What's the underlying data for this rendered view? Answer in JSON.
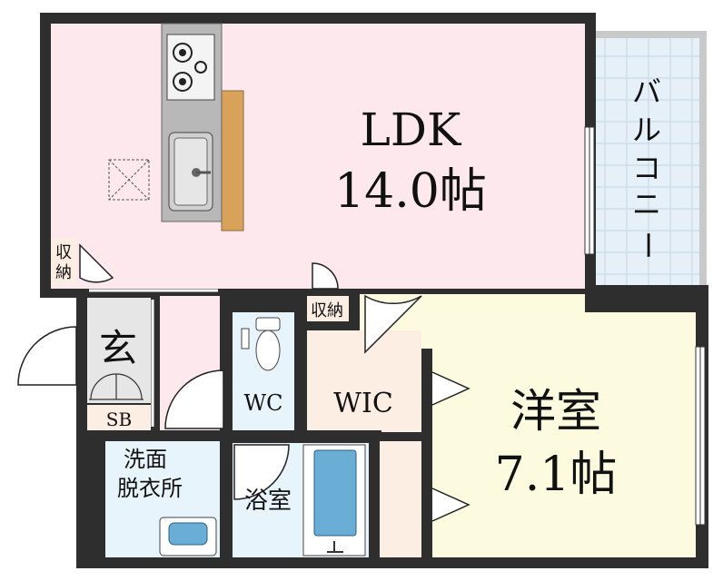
{
  "rooms": {
    "ldk": {
      "name": "LDK",
      "size": "14.0帖"
    },
    "western": {
      "name": "洋室",
      "size": "7.1帖"
    },
    "wic": {
      "name": "WIC"
    },
    "wc": {
      "name": "WC"
    },
    "bath": {
      "name": "浴室"
    },
    "washroom": {
      "line1": "洗面",
      "line2": "脱衣所"
    },
    "entrance": {
      "name": "玄"
    },
    "shoebox": {
      "name": "SB"
    },
    "storage_left": {
      "line1": "収",
      "line2": "納"
    },
    "storage_mid": {
      "name": "収納"
    },
    "balcony": {
      "chars": [
        "バ",
        "ル",
        "コ",
        "ニ",
        "ー"
      ]
    }
  },
  "colors": {
    "wall": "#2e2e2e",
    "ldk_floor": "#fde8ee",
    "western_floor": "#fcfbe0",
    "wet_floor": "#e8f4fb",
    "wic_floor": "#fdeee4",
    "balcony_floor": "#e6f0f8",
    "counter": "#d9a25a",
    "bathtub": "#6aaed6"
  }
}
